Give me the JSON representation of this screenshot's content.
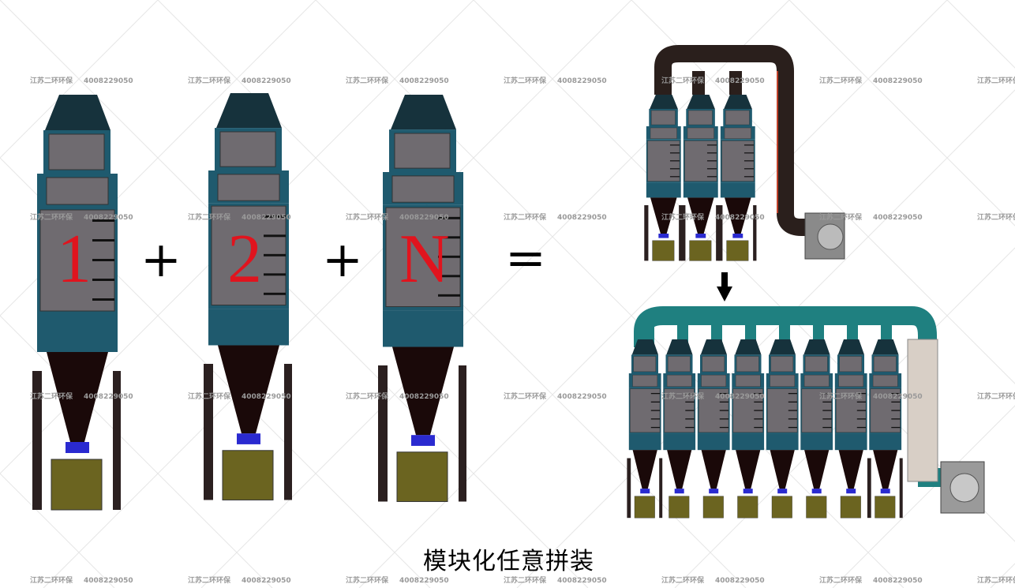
{
  "watermark": {
    "company": "江苏二环环保",
    "phone": "4008229050"
  },
  "equation": {
    "modules": [
      "1",
      "2",
      "N"
    ],
    "plus": "+",
    "equals": "="
  },
  "caption": "模块化任意拼装",
  "colors": {
    "module_frame": "#1f5a6e",
    "panel": "#6f6b70",
    "hopper": "#1a0909",
    "dust_bin": "#6b6420",
    "module_number": "#e0141e",
    "duct_small": "#2a1f1c",
    "duct_large": "#1f8080",
    "arrow": "#000000"
  },
  "icons": {
    "arrow": "arrow-down-icon",
    "fan": "fan-icon"
  }
}
